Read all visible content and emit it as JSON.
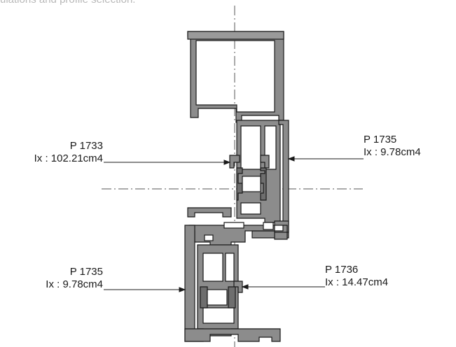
{
  "caption": "ulations and profile selection.",
  "colors": {
    "profile_fill": "#8c8c8c",
    "ink": "#1a1a1a",
    "caption": "#b8b8b8"
  },
  "callouts": {
    "p1733": {
      "name": "P 1733",
      "ix": "Ix : 102.21cm4"
    },
    "p1735_upper": {
      "name": "P 1735",
      "ix": "Ix : 9.78cm4"
    },
    "p1735_lower": {
      "name": "P 1735",
      "ix": "Ix : 9.78cm4"
    },
    "p1736": {
      "name": "P 1736",
      "ix": "Ix : 14.47cm4"
    }
  }
}
